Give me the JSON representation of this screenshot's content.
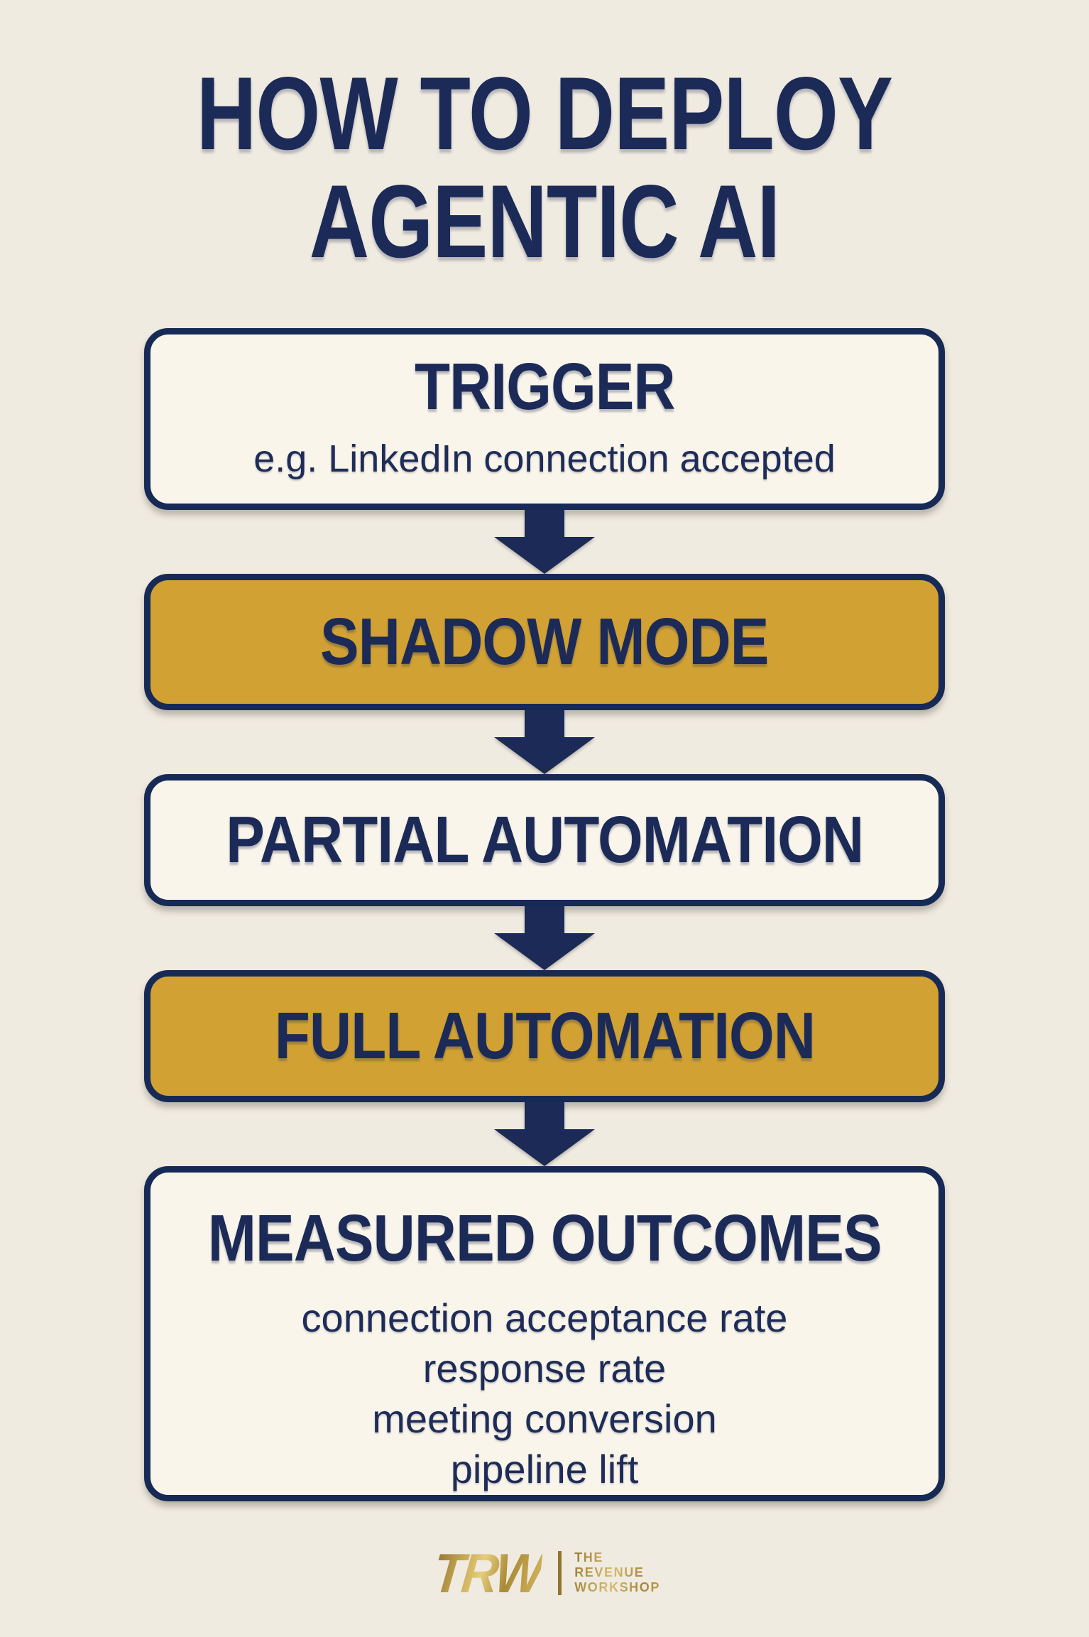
{
  "title": {
    "line1": "HOW TO DEPLOY",
    "line2": "AGENTIC AI"
  },
  "flow": {
    "steps": [
      {
        "label": "TRIGGER",
        "sublabel": "e.g. LinkedIn connection accepted",
        "variant": "cream"
      },
      {
        "label": "SHADOW MODE",
        "variant": "gold"
      },
      {
        "label": "PARTIAL AUTOMATION",
        "variant": "cream"
      },
      {
        "label": "FULL AUTOMATION",
        "variant": "gold"
      },
      {
        "label": "MEASURED OUTCOMES",
        "variant": "cream",
        "sublines": [
          "connection acceptance rate",
          "response rate",
          "meeting conversion",
          "pipeline lift"
        ]
      }
    ],
    "arrow_icon": "arrow-down"
  },
  "footer": {
    "logo_acronym": "TRW",
    "logo_lines": [
      "THE",
      "REVENUE",
      "WORKSHOP"
    ]
  },
  "colors": {
    "background": "#f0ebe1",
    "box_cream": "#f9f5ea",
    "box_gold": "#d1a233",
    "navy": "#1b2a57",
    "logo_gold": "#bb9a42"
  }
}
